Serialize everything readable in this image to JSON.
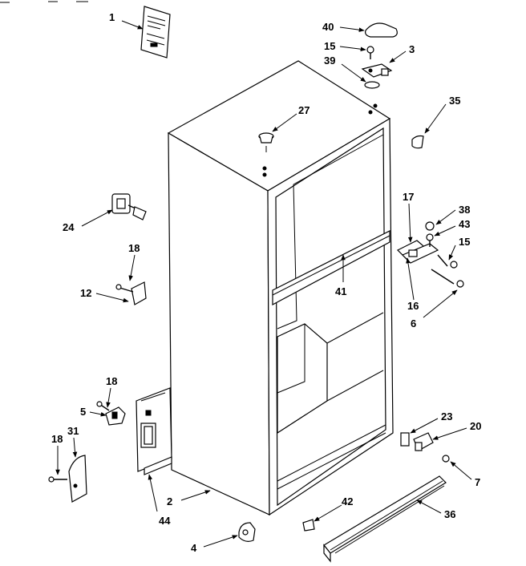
{
  "callouts": [
    {
      "id": "c1",
      "label": "1"
    },
    {
      "id": "c40",
      "label": "40"
    },
    {
      "id": "c15a",
      "label": "15"
    },
    {
      "id": "c3",
      "label": "3"
    },
    {
      "id": "c39",
      "label": "39"
    },
    {
      "id": "c35",
      "label": "35"
    },
    {
      "id": "c27",
      "label": "27"
    },
    {
      "id": "c24",
      "label": "24"
    },
    {
      "id": "c18a",
      "label": "18"
    },
    {
      "id": "c12",
      "label": "12"
    },
    {
      "id": "c17",
      "label": "17"
    },
    {
      "id": "c38",
      "label": "38"
    },
    {
      "id": "c43",
      "label": "43"
    },
    {
      "id": "c15b",
      "label": "15"
    },
    {
      "id": "c41",
      "label": "41"
    },
    {
      "id": "c16",
      "label": "16"
    },
    {
      "id": "c6",
      "label": "6"
    },
    {
      "id": "c18b",
      "label": "18"
    },
    {
      "id": "c5",
      "label": "5"
    },
    {
      "id": "c18c",
      "label": "18"
    },
    {
      "id": "c31",
      "label": "31"
    },
    {
      "id": "c23",
      "label": "23"
    },
    {
      "id": "c20",
      "label": "20"
    },
    {
      "id": "c7",
      "label": "7"
    },
    {
      "id": "c2",
      "label": "2"
    },
    {
      "id": "c44",
      "label": "44"
    },
    {
      "id": "c42",
      "label": "42"
    },
    {
      "id": "c36",
      "label": "36"
    },
    {
      "id": "c4",
      "label": "4"
    }
  ]
}
